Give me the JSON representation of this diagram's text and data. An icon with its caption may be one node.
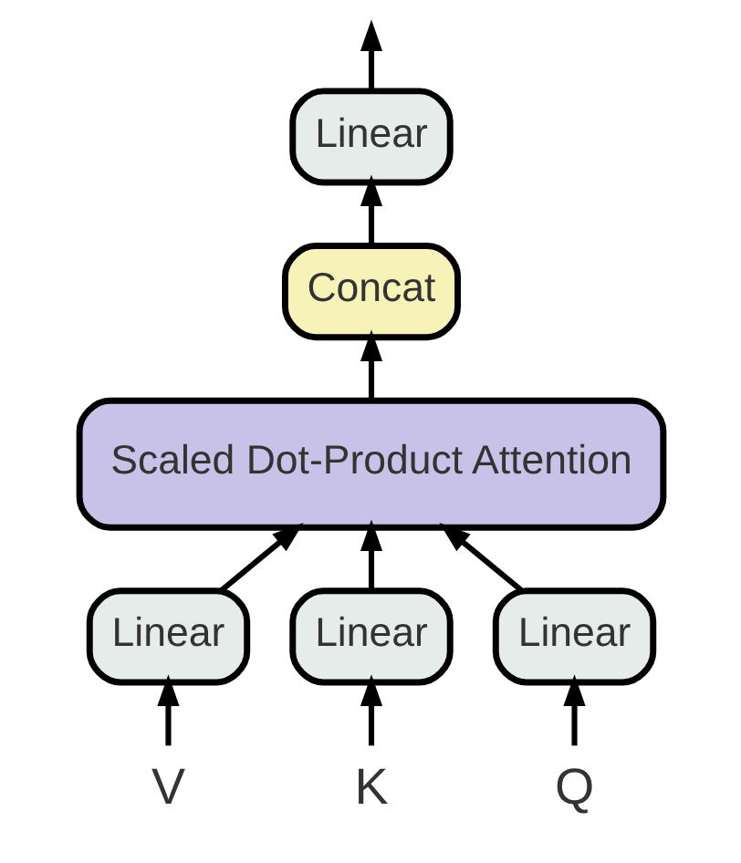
{
  "diagram": {
    "nodes": [
      {
        "text": [
          "Linear"
        ]
      },
      {
        "text": [
          "Concat"
        ]
      },
      {
        "text": [
          "Scaled Dot-Product Attention"
        ]
      },
      {
        "text": [
          "Linear"
        ]
      },
      {
        "text": [
          "Linear"
        ]
      },
      {
        "text": [
          "Linear"
        ]
      },
      {
        "text": [
          "V"
        ]
      },
      {
        "text": [
          "K"
        ]
      },
      {
        "text": [
          "Q"
        ]
      }
    ],
    "edges": [
      {
        "from": 6,
        "to": 3,
        "arrow": "to"
      },
      {
        "from": 7,
        "to": 4,
        "arrow": "to"
      },
      {
        "from": 8,
        "to": 5,
        "arrow": "to"
      },
      {
        "from": 3,
        "to": 2,
        "arrow": "to"
      },
      {
        "from": 4,
        "to": 2,
        "arrow": "to"
      },
      {
        "from": 5,
        "to": 2,
        "arrow": "to"
      },
      {
        "from": 2,
        "to": 1,
        "arrow": "to"
      },
      {
        "from": 1,
        "to": 0,
        "arrow": "to"
      },
      {
        "from": 0,
        "to": null,
        "arrow": "to"
      }
    ]
  }
}
